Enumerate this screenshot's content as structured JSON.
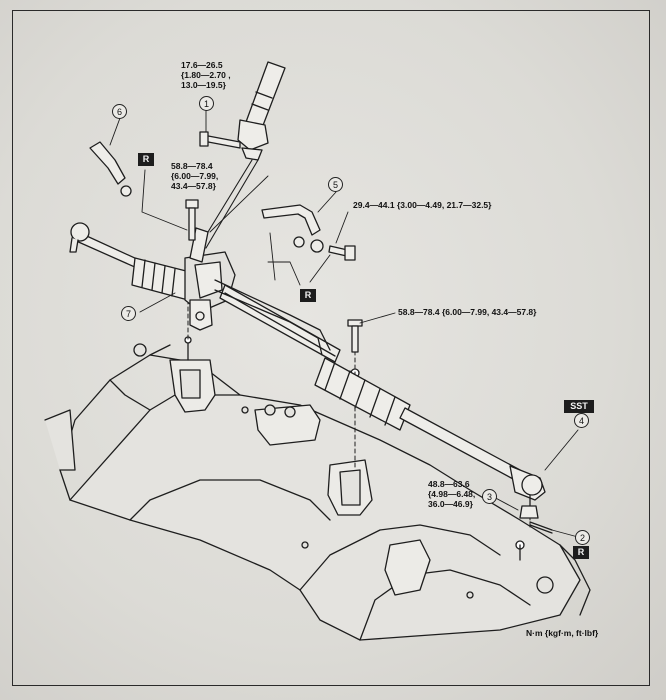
{
  "callouts": {
    "c1": "1",
    "c2": "2",
    "c3": "3",
    "c4": "4",
    "c5": "5",
    "c6": "6",
    "c7": "7"
  },
  "torques": {
    "t1_line1": "17.6—26.5",
    "t1_line2": "{1.80—2.70 ,",
    "t1_line3": "13.0—19.5}",
    "t2_line1": "58.8—78.4",
    "t2_line2": "{6.00—7.99,",
    "t2_line3": "43.4—57.8}",
    "t3": "29.4—44.1  {3.00—4.49, 21.7—32.5}",
    "t4": "58.8—78.4 {6.00—7.99, 43.4—57.8}",
    "t5_line1": "48.8—63.6",
    "t5_line2": "{4.98—6.48,",
    "t5_line3": "36.0—46.9}"
  },
  "tags": {
    "r1": "R",
    "r2": "R",
    "r3": "R",
    "sst": "SST"
  },
  "units_note": "N·m {kgf·m, ft·lbf}"
}
